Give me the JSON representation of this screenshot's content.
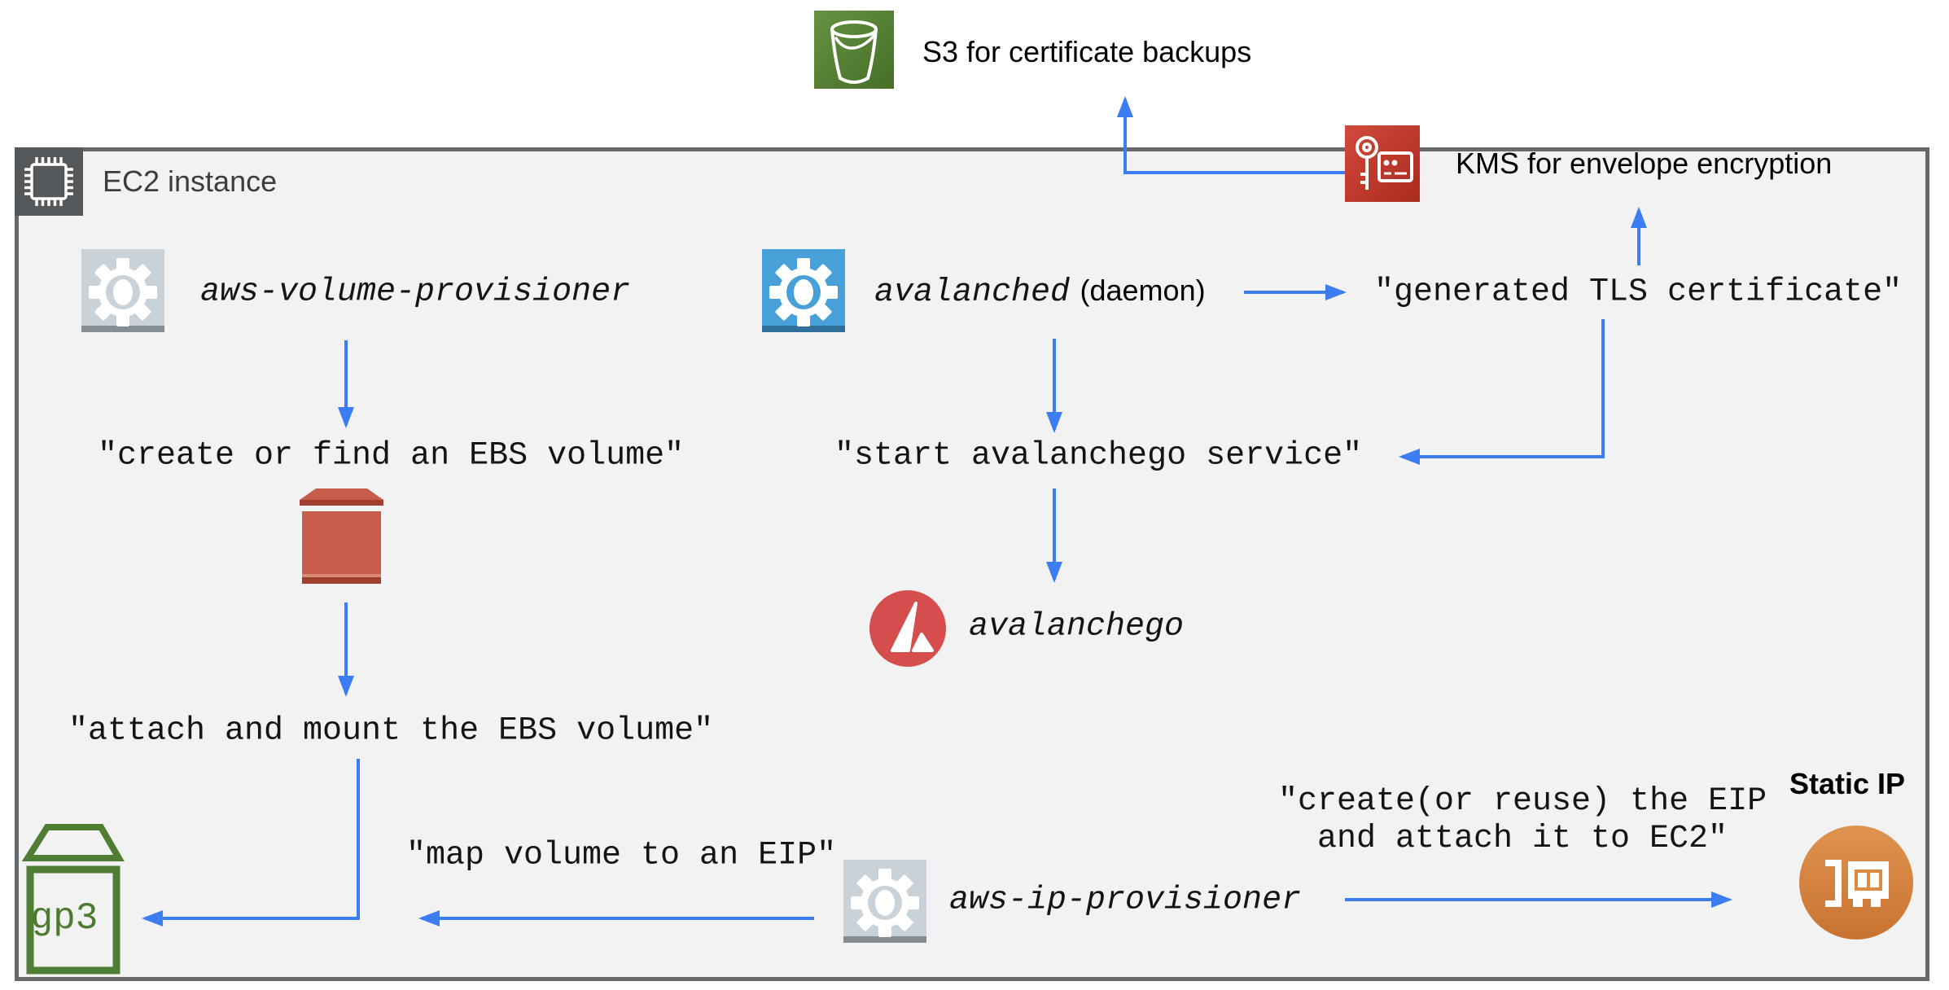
{
  "labels": {
    "s3": "S3 for certificate backups",
    "kms": "KMS for envelope encryption",
    "ec2_title": "EC2 instance",
    "volume_provisioner": "aws-volume-provisioner",
    "avalanched": "avalanched",
    "daemon_suffix": "(daemon)",
    "tls_cert": "\"generated TLS certificate\"",
    "create_or_find": "\"create or find an EBS volume\"",
    "start_service": "\"start avalanchego service\"",
    "avalanchego": "avalanchego",
    "attach_mount": "\"attach and mount the EBS volume\"",
    "map_volume": "\"map volume to an EIP\"",
    "ip_provisioner": "aws-ip-provisioner",
    "eip_line1": "\"create(or reuse) the EIP",
    "eip_line2": "and attach it to EC2\"",
    "gp3": "gp3",
    "static_ip": "Static IP"
  },
  "icons": {
    "s3": "s3-bucket-icon",
    "kms": "kms-key-icon",
    "ec2": "ec2-chip-icon",
    "volume_provisioner": "gear-icon",
    "avalanched": "gear-icon",
    "ip_provisioner": "gear-icon",
    "ebs": "ebs-volume-icon",
    "avalanchego": "avalanche-logo-icon",
    "static_ip": "network-card-icon",
    "gp3": "gp3-volume-icon"
  },
  "colors": {
    "arrow_blue": "#3c7df4",
    "ec2_border": "#66696c",
    "ec2_bg": "#f2f2f3",
    "corner_gray": "#54585b",
    "gear_gray_bg": "#c9d2d9",
    "gear_gray_strip": "#868e95",
    "gear_blue_bg": "#48a0d8",
    "gear_blue_strip": "#2e7099",
    "s3_green": "#527f2c",
    "kms_red": "#c0392b",
    "ebs_red": "#c85c4a",
    "ebs_red_dark": "#9c3b2c",
    "avalanche_red": "#d54d4d",
    "eip_orange": "#dd8a45",
    "gp3_green": "#4f7d33"
  }
}
